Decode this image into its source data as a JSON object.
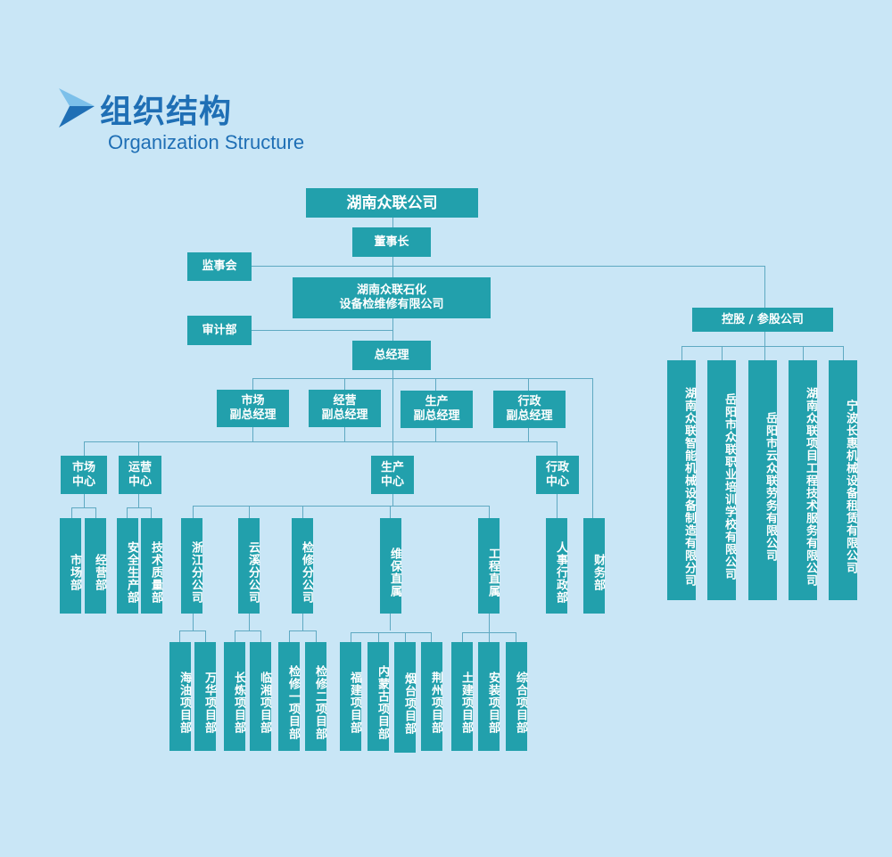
{
  "header": {
    "title_zh": "组织结构",
    "title_en": "Organization Structure"
  },
  "colors": {
    "background": "#c9e6f6",
    "box": "#22a0ac",
    "title": "#1f6fb5",
    "line": "#5fa9c2"
  },
  "icons": {
    "title_arrow": "arrow-right-icon"
  },
  "top": {
    "company": "湖南众联公司",
    "chairman": "董事长",
    "supervisory": "监事会",
    "subsidiary": "湖南众联石化\n设备检维修有限公司",
    "audit": "审计部",
    "gm": "总经理"
  },
  "deputies": [
    "市场\n副总经理",
    "经营\n副总经理",
    "生产\n副总经理",
    "行政\n副总经理"
  ],
  "centers": {
    "market": {
      "name": "市场\n中心",
      "depts": [
        "市场部",
        "经营部"
      ]
    },
    "ops": {
      "name": "运营\n中心",
      "depts": [
        "安全生产部",
        "技术质量部"
      ]
    },
    "production": {
      "name": "生产\n中心"
    },
    "admin": {
      "name": "行政\n中心",
      "depts": [
        "人事行政部"
      ]
    },
    "finance": "财务部"
  },
  "production_units": [
    {
      "name": "浙江分公司",
      "projects": [
        "海油项目部",
        "万华项目部"
      ]
    },
    {
      "name": "云溪分公司",
      "projects": [
        "长炼项目部",
        "临湘项目部"
      ]
    },
    {
      "name": "检修分公司",
      "projects": [
        "检修一项目部",
        "检修二项目部"
      ]
    },
    {
      "name": "维保直属",
      "projects": [
        "福建项目部",
        "内蒙古项目部",
        "烟台项目部",
        "荆州项目部"
      ]
    },
    {
      "name": "工程直属",
      "projects": [
        "土建项目部",
        "安装项目部",
        "综合项目部"
      ]
    }
  ],
  "holdings": {
    "name": "控股 / 参股公司",
    "companies": [
      "湖南众联智能机械设备制造有限分司",
      "岳阳市众联职业培训学校有限公司",
      "岳阳市云众联劳务有限公司",
      "湖南众联项目工程技术服务有限公司",
      "宁波长惠机械设备租赁有限公司"
    ]
  }
}
